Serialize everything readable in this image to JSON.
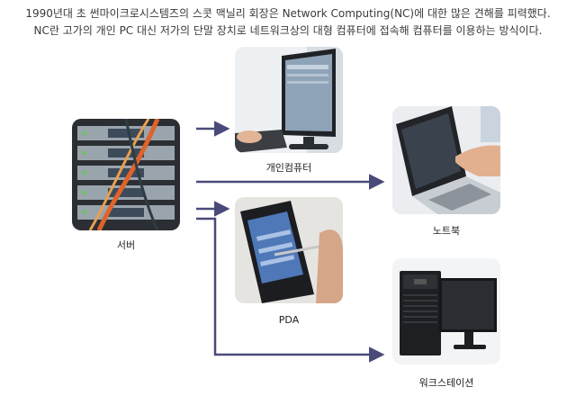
{
  "intro": {
    "line1": "1990년대 초 썬마이크로시스템즈의 스콧 맥닐리 회장은 Network Computing(NC)에 대한 많은 견해를 피력했다.",
    "line2": "NC란 고가의 개인 PC 대신 저가의 단말 장치로 네트워크상의 대형 컴퓨터에 접속해 컴퓨터를 이용하는 방식이다."
  },
  "nodes": {
    "server": {
      "label": "서버",
      "icon": "server-rack-icon"
    },
    "pc": {
      "label": "개인컴퓨터",
      "icon": "desktop-pc-icon"
    },
    "notebook": {
      "label": "노트북",
      "icon": "laptop-icon"
    },
    "pda": {
      "label": "PDA",
      "icon": "pda-device-icon"
    },
    "workstation": {
      "label": "워크스테이션",
      "icon": "workstation-icon"
    }
  },
  "colors": {
    "arrow": "#4a4a7a",
    "caption": "#222222",
    "text": "#3a3a3a"
  }
}
